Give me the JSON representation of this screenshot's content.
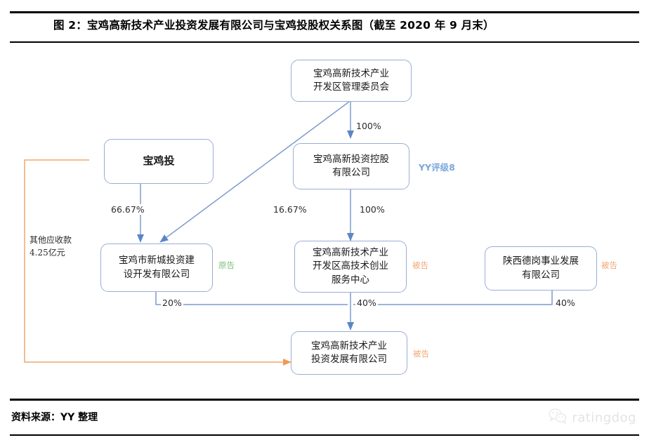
{
  "figure": {
    "title": "图 2：宝鸡高新技术产业投资发展有限公司与宝鸡投股权关系图（截至 2020 年 9 月末）",
    "source": "资料来源：YY 整理",
    "watermark": "ratingdog",
    "watermark_icon": "wechat-icon"
  },
  "diagram": {
    "type": "ownership-structure-chart",
    "nodes": [
      {
        "id": "n1",
        "label": "宝鸡高新技术产业\n开发区管理委员会",
        "role": "top-authority"
      },
      {
        "id": "n2",
        "label": "宝鸡投",
        "role": "abbreviated-entity",
        "bold": true
      },
      {
        "id": "n3",
        "label": "宝鸡高新投资控股\n有限公司",
        "role": "holding-company"
      },
      {
        "id": "n4",
        "label": "宝鸡市新城投资建\n设开发有限公司",
        "role": "subsidiary"
      },
      {
        "id": "n5",
        "label": "宝鸡高新技术产业\n开发区高技术创业\n服务中心",
        "role": "service-center"
      },
      {
        "id": "n6",
        "label": "陕西德岗事业发展\n有限公司",
        "role": "company"
      },
      {
        "id": "n7",
        "label": "宝鸡高新技术产业\n投资发展有限公司",
        "role": "target-company"
      }
    ],
    "tags": [
      {
        "id": "t1",
        "text": "原告",
        "for": "n4",
        "color": "#7ec07e"
      },
      {
        "id": "t2",
        "text": "被告",
        "for": "n5",
        "color": "#f0a875"
      },
      {
        "id": "t3",
        "text": "被告",
        "for": "n6",
        "color": "#f0a875"
      },
      {
        "id": "t4",
        "text": "被告",
        "for": "n7",
        "color": "#f0a875"
      }
    ],
    "rating_label": {
      "text": "YY评级8",
      "for": "n3",
      "color": "#7ba7dd"
    },
    "side_note": "其他应收款\n4.25亿元",
    "edges": [
      {
        "from": "n1",
        "to": "n3",
        "label": "100%"
      },
      {
        "from": "n1",
        "to": "n4",
        "label": "16.67%"
      },
      {
        "from": "n2",
        "to": "n4",
        "label": "66.67%"
      },
      {
        "from": "n3",
        "to": "n5",
        "label": "100%"
      },
      {
        "from": "n4",
        "to": "n7",
        "label": "20%"
      },
      {
        "from": "n5",
        "to": "n7",
        "label": "40%"
      },
      {
        "from": "n6",
        "to": "n7",
        "label": "40%"
      },
      {
        "from": "n2",
        "to": "n7",
        "label": "",
        "kind": "receivable"
      }
    ],
    "colors": {
      "box_border": "#9aadd6",
      "wire": "#7d9ccd",
      "receivable_wire": "#efa96f",
      "plaintiff": "#7ec07e",
      "defendant": "#f0a875",
      "rating": "#7ba7dd"
    }
  }
}
